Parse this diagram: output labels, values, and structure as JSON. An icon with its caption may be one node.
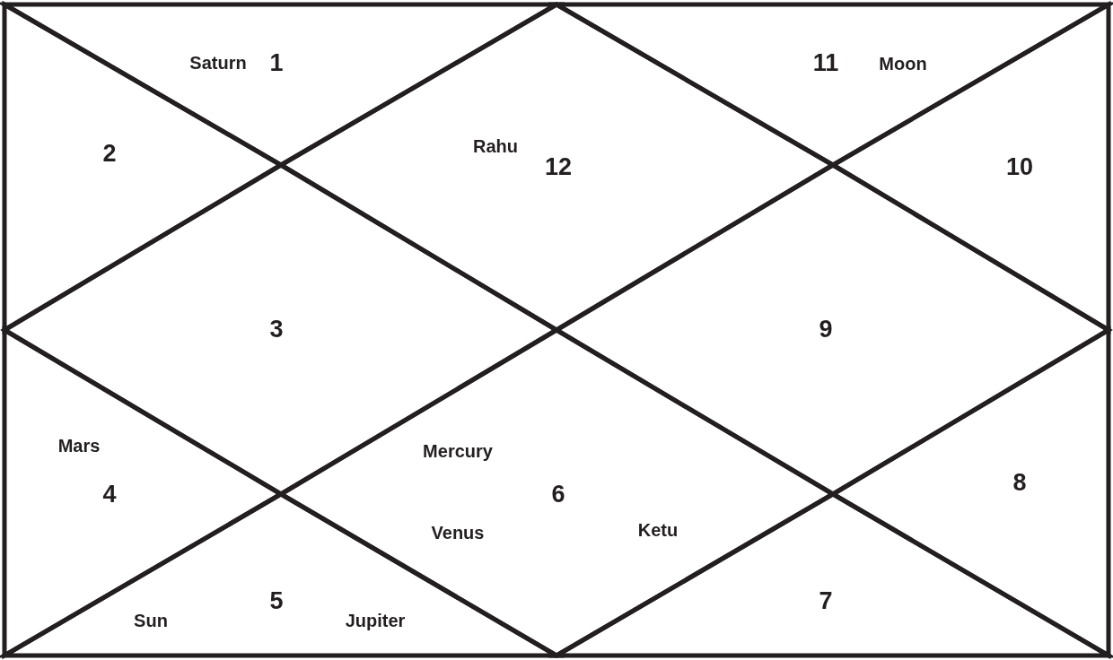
{
  "diagram": {
    "nodes": [
      {
        "text": [
          "Saturn",
          "1"
        ]
      },
      {
        "text": [
          "2"
        ]
      },
      {
        "text": [
          "3"
        ]
      },
      {
        "text": [
          "Mars",
          "4"
        ]
      },
      {
        "text": [
          "Sun",
          "5",
          "Jupiter"
        ]
      },
      {
        "text": [
          "Mercury",
          "6",
          "Venus",
          "Ketu"
        ]
      },
      {
        "text": [
          "7"
        ]
      },
      {
        "text": [
          "8"
        ]
      },
      {
        "text": [
          "9"
        ]
      },
      {
        "text": [
          "10"
        ]
      },
      {
        "text": [
          "11",
          "Moon"
        ]
      },
      {
        "text": [
          "Rahu",
          "12"
        ]
      }
    ]
  }
}
